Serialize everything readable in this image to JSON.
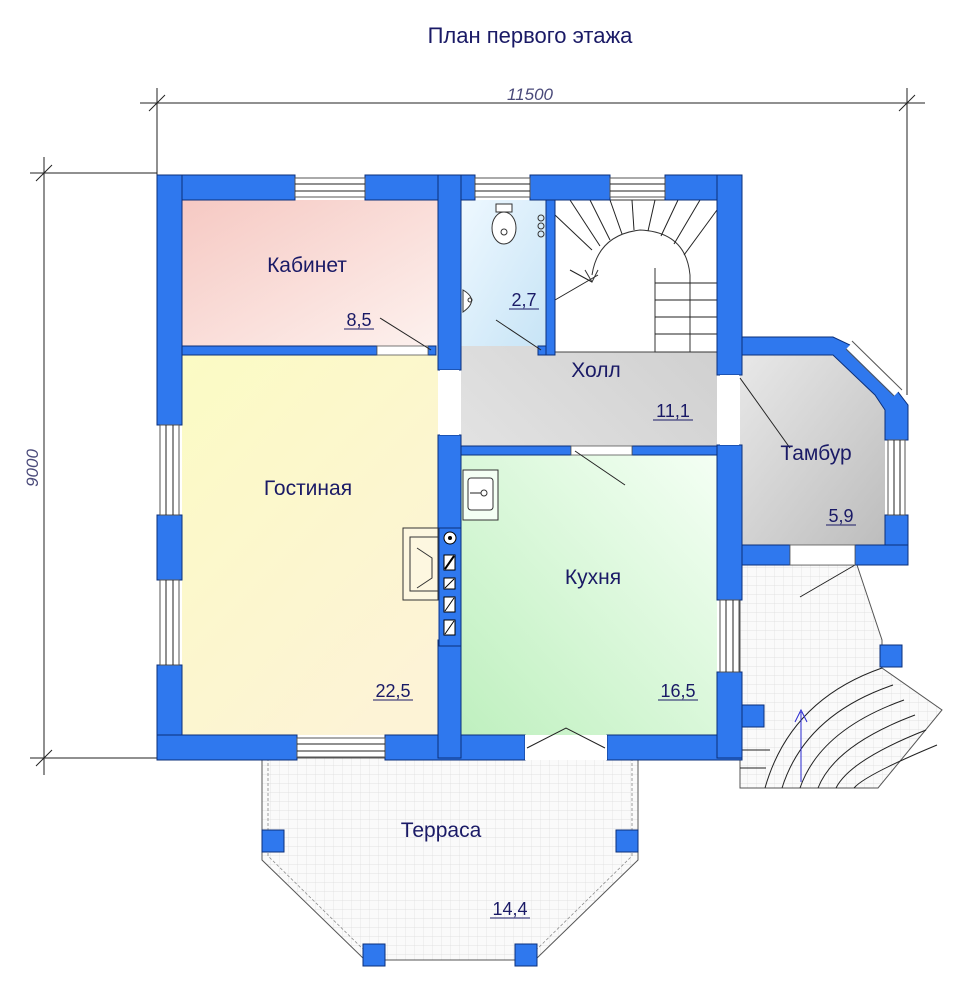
{
  "title": "План первого этажа",
  "dimensions": {
    "width": "11500",
    "height": "9000"
  },
  "rooms": [
    {
      "name": "Кабинет",
      "area": "8,5"
    },
    {
      "name": "",
      "area": "2,7"
    },
    {
      "name": "Холл",
      "area": "11,1"
    },
    {
      "name": "Тамбур",
      "area": "5,9"
    },
    {
      "name": "Гостиная",
      "area": "22,5"
    },
    {
      "name": "Кухня",
      "area": "16,5"
    },
    {
      "name": "Терраса",
      "area": "14,4"
    }
  ],
  "colors": {
    "wall": "#2f78ee",
    "cabinet": "#f8dcd8",
    "bath": "#dceefa",
    "hall": "#d2d2d2",
    "living": "#fbfacd",
    "kitchen": "#d2f5cf",
    "terrace": "#f4f4f4"
  }
}
